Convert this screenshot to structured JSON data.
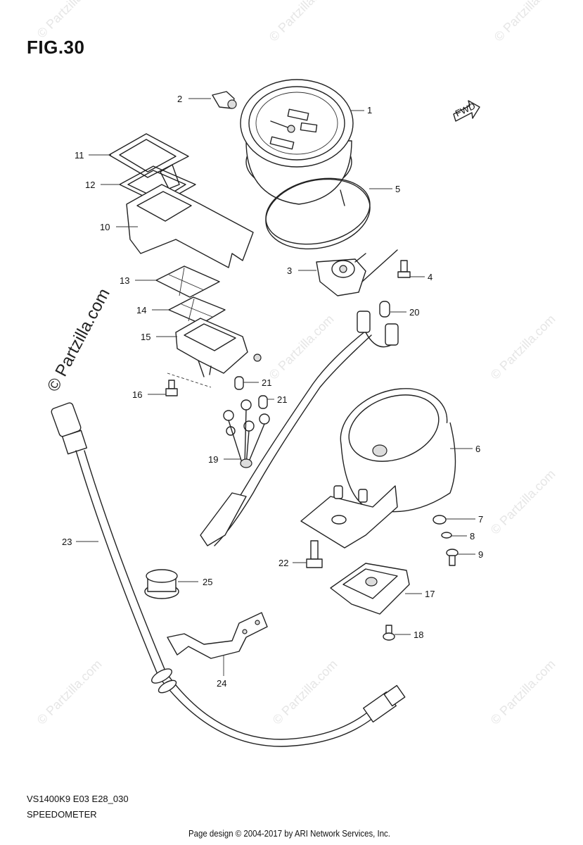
{
  "figure": {
    "title": "FIG.30"
  },
  "fwd_label": "FWD",
  "watermark": {
    "text": "© Partzilla.com"
  },
  "model_code": "VS1400K9 E03 E28_030",
  "section_name": "SPEEDOMETER",
  "footer": "Page design © 2004-2017 by ARI Network Services, Inc.",
  "callouts": [
    "1",
    "2",
    "3",
    "4",
    "5",
    "6",
    "7",
    "8",
    "9",
    "10",
    "11",
    "12",
    "13",
    "14",
    "15",
    "16",
    "17",
    "18",
    "19",
    "20",
    "21",
    "21",
    "22",
    "23",
    "24",
    "25"
  ]
}
